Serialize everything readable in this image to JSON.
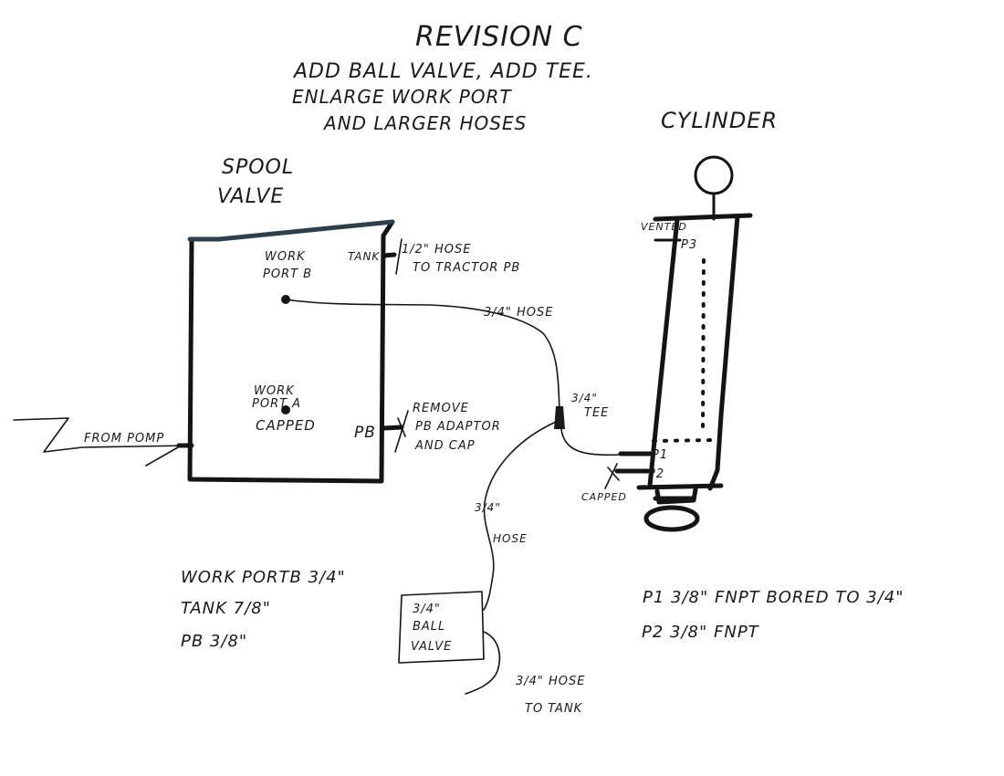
{
  "title": "REVISION C",
  "notes": [
    "ADD BALL VALVE, ADD TEE.",
    "ENLARGE WORK PORT",
    "AND LARGER HOSES"
  ],
  "spool_valve": {
    "label": [
      "SPOOL",
      "VALVE"
    ],
    "work_port_b": [
      "WORK",
      "PORT B"
    ],
    "work_port_a": [
      "WORK",
      "PORT A"
    ],
    "capped": "CAPPED",
    "tank": "TANK",
    "pb": "PB",
    "from_pump": "FROM POMP",
    "tank_hose": [
      "1/2\" HOSE",
      "TO TRACTOR PB"
    ],
    "pb_note": [
      "REMOVE",
      "PB ADAPTOR",
      "AND CAP"
    ]
  },
  "hoses": {
    "work_hose": "3/4\" HOSE",
    "tee": [
      "3/4\"",
      "TEE"
    ],
    "return_hose": [
      "3/4\"",
      "HOSE"
    ],
    "ball_valve": [
      "3/4\"",
      "BALL",
      "VALVE"
    ],
    "tank_hose": [
      "3/4\" HOSE",
      "TO TANK"
    ]
  },
  "cylinder": {
    "label": "CYLINDER",
    "vented": "VENTED",
    "p3": "P3",
    "p1": "P1",
    "p2": "P2",
    "capped": "CAPPED"
  },
  "sizes_left": [
    "WORK PORTB 3/4\"",
    "TANK 7/8\"",
    "PB 3/8\""
  ],
  "sizes_right": [
    "P1  3/8\" FNPT  BORED TO 3/4\"",
    "P2  3/8\" FNPT"
  ]
}
